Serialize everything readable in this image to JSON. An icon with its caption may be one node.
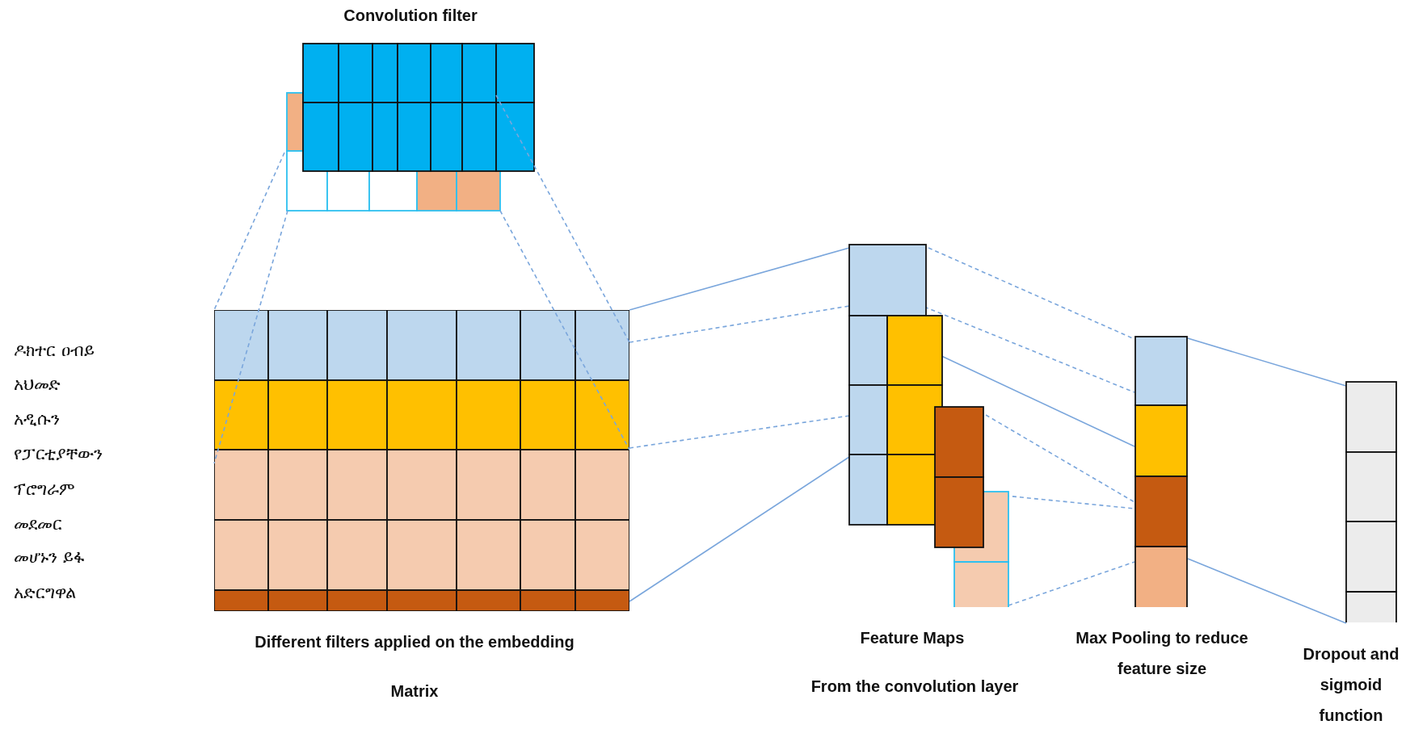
{
  "diagram": {
    "nodes": [
      {
        "text": [
          "Convolution filter"
        ]
      },
      {
        "text": [],
        "shape": "box",
        "beside": [
          "Different filters applied on the embedding",
          "Matrix"
        ]
      },
      {
        "text": [],
        "shape": "box",
        "beside": [
          "Feature Maps",
          "From the convolution layer"
        ]
      },
      {
        "text": [],
        "shape": "bar",
        "beside": [
          "Max Pooling to reduce feature size"
        ]
      },
      {
        "text": [],
        "shape": "bar",
        "beside": [
          "Dropout and sigmoid function"
        ]
      }
    ],
    "edges": [
      {
        "from": 0,
        "to": 1,
        "arrow": "none",
        "style": "dashed"
      },
      {
        "from": 0,
        "to": 1,
        "arrow": "none",
        "style": "dashed"
      },
      {
        "from": 0,
        "to": 1,
        "arrow": "none",
        "style": "dashed"
      },
      {
        "from": 0,
        "to": 1,
        "arrow": "none",
        "style": "dashed"
      },
      {
        "from": 1,
        "to": 2,
        "arrow": "none"
      },
      {
        "from": 1,
        "to": 2,
        "arrow": "none",
        "style": "dashed"
      },
      {
        "from": 1,
        "to": 2,
        "arrow": "none",
        "style": "dashed"
      },
      {
        "from": 1,
        "to": 2,
        "arrow": "none"
      },
      {
        "from": 2,
        "to": 3,
        "arrow": "none",
        "style": "dashed"
      },
      {
        "from": 2,
        "to": 3,
        "arrow": "none",
        "style": "dashed"
      },
      {
        "from": 2,
        "to": 3,
        "arrow": "none"
      },
      {
        "from": 2,
        "to": 3,
        "arrow": "none",
        "style": "dashed"
      },
      {
        "from": 2,
        "to": 3,
        "arrow": "none",
        "style": "dashed"
      },
      {
        "from": 2,
        "to": 3,
        "arrow": "none",
        "style": "dashed"
      },
      {
        "from": 3,
        "to": 4,
        "arrow": "none"
      },
      {
        "from": 3,
        "to": 4,
        "arrow": "none"
      }
    ],
    "labels": [
      "ዶክተር ዐብይ",
      "አህመድ",
      "አዲሱን",
      "የፓርቲያቸውን",
      "ፕሮግራም",
      "መደመር",
      "መሆኑን ይፋ",
      "አድርግዋል"
    ]
  }
}
